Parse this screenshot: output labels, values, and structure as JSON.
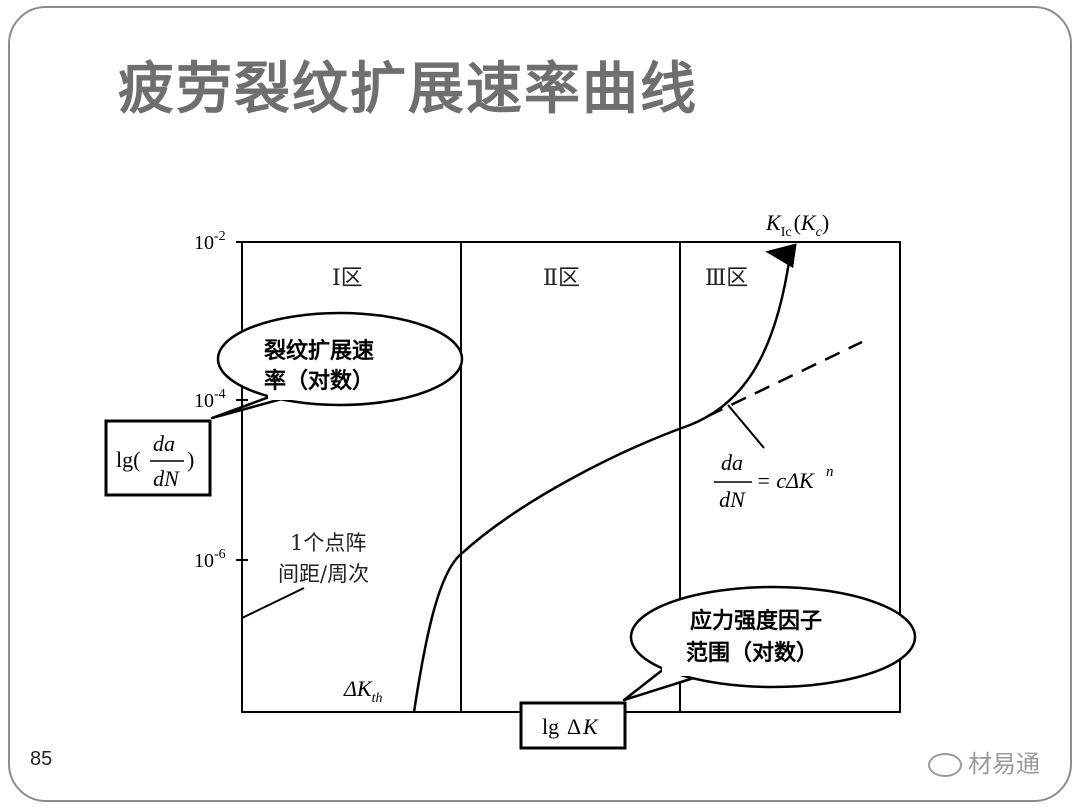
{
  "title": "疲劳裂纹扩展速率曲线",
  "page_number": "85",
  "watermark": "材易通",
  "y_ticks": [
    {
      "base": "10",
      "exp": "-2"
    },
    {
      "base": "10",
      "exp": "-4"
    },
    {
      "base": "10",
      "exp": "-6"
    }
  ],
  "regions": [
    "Ⅰ区",
    "Ⅱ区",
    "Ⅲ区"
  ],
  "kic_label": {
    "k": "K",
    "sub": "Ic",
    "open": "(",
    "kc": "K",
    "kc_sub": "c",
    "close": ")"
  },
  "callout_rate": [
    "裂纹扩展速",
    "率（对数）"
  ],
  "callout_stress": [
    "应力强度因子",
    "范围（对数）"
  ],
  "y_axis_box": {
    "prefix": "lg(",
    "num": "da",
    "den": "dN",
    "suffix": ")"
  },
  "x_axis_box": {
    "text": "lg",
    "delta": "Δ",
    "k": "K"
  },
  "paris_law": {
    "num": "da",
    "den": "dN",
    "rhs": "= cΔK",
    "exp": "n"
  },
  "annotation_spacing": [
    "1个点阵",
    "间距/周次"
  ],
  "threshold_label": {
    "text": "ΔK",
    "sub": "th"
  }
}
